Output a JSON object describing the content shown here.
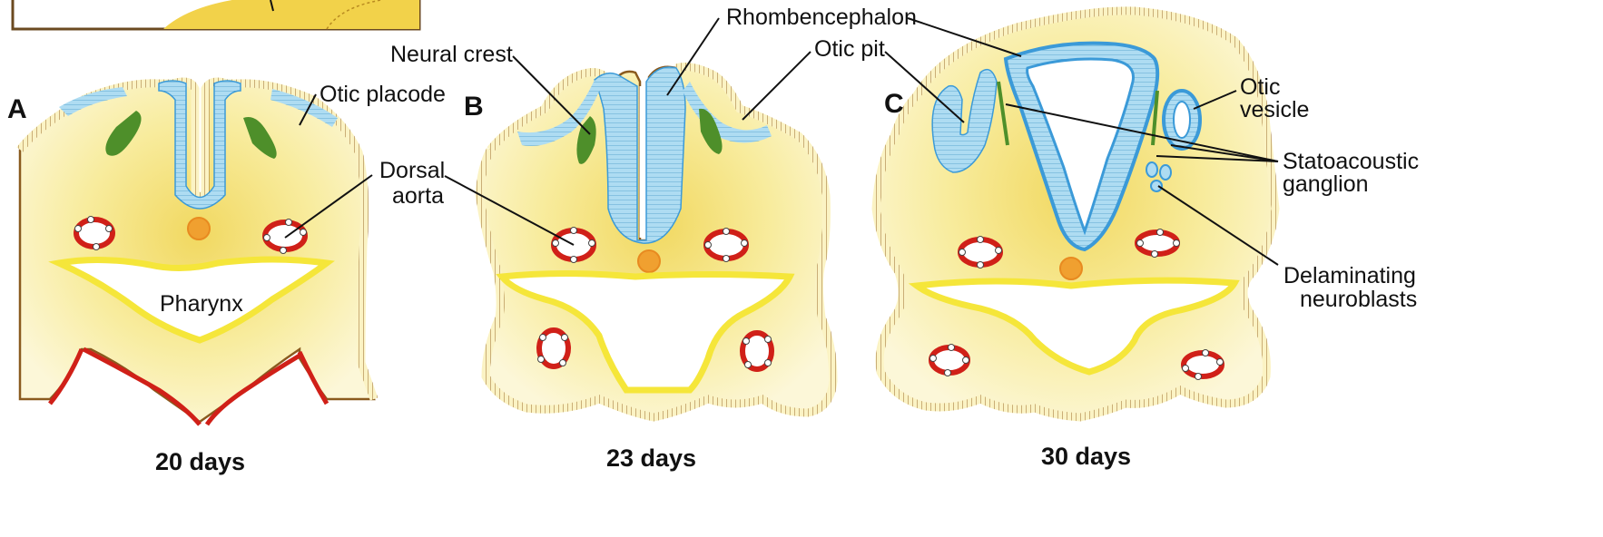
{
  "figure": {
    "panels": [
      {
        "id": "A",
        "letter": "A",
        "age": "20 days"
      },
      {
        "id": "B",
        "letter": "B",
        "age": "23 days"
      },
      {
        "id": "C",
        "letter": "C",
        "age": "30 days"
      }
    ],
    "labels": {
      "otic_placode": "Otic placode",
      "dorsal_aorta_line1": "Dorsal",
      "dorsal_aorta_line2": "aorta",
      "pharynx": "Pharynx",
      "neural_crest": "Neural crest",
      "rhombencephalon": "Rhombencephalon",
      "otic_pit": "Otic pit",
      "otic_vesicle_line1": "Otic",
      "otic_vesicle_line2": "vesicle",
      "statoacoustic_line1": "Statoacoustic",
      "statoacoustic_line2": "ganglion",
      "delaminating_line1": "Delaminating",
      "delaminating_line2": "neuroblasts"
    },
    "colors": {
      "tissue": "#f8f0b0",
      "tissue_center": "#f3dc6a",
      "ectoderm_border": "#8a5a1e",
      "neural_tissue": "#a8d8f0",
      "neural_outline": "#3b9ad8",
      "neural_crest": "#4e8f2a",
      "aorta_wall": "#d02018",
      "notochord": "#f0a030",
      "pharynx_lining": "#f5e63a",
      "leader_line": "#111111"
    }
  }
}
